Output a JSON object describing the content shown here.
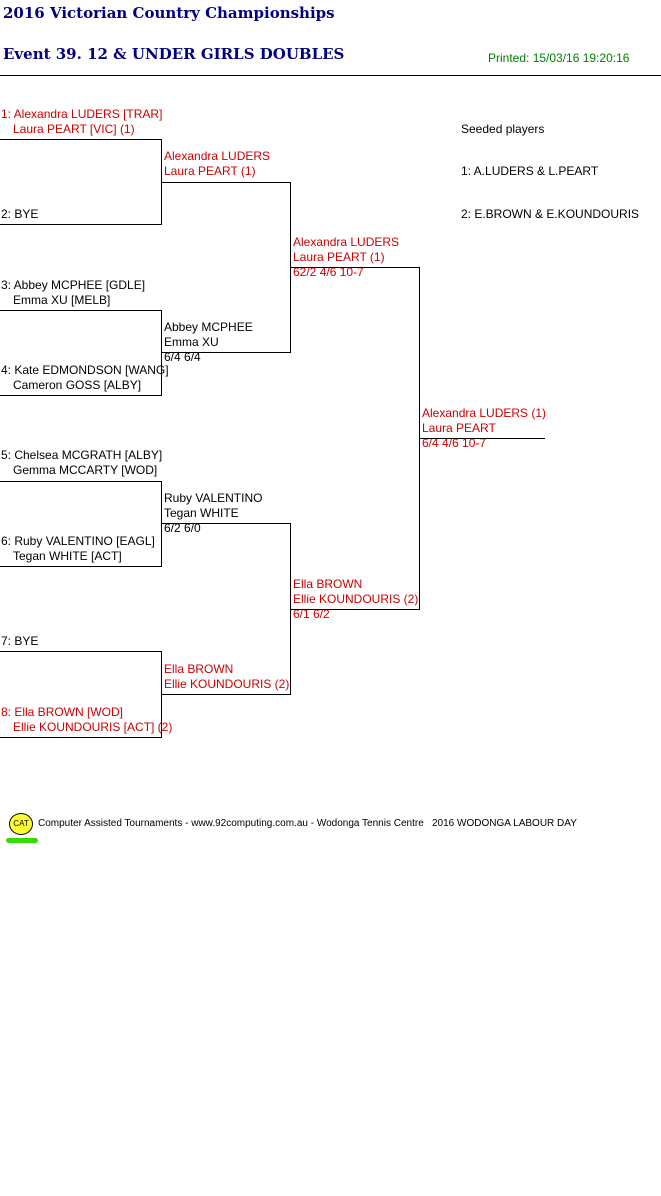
{
  "header": {
    "tournament": "2016 Victorian Country Championships",
    "event": "Event 39. 12 & UNDER GIRLS DOUBLES",
    "printed": "Printed: 15/03/16 19:20:16"
  },
  "seeds": {
    "title": "Seeded players",
    "list": [
      "1: A.LUDERS & L.PEART",
      "2: E.BROWN & E.KOUNDOURIS"
    ]
  },
  "round1": [
    {
      "line1": "1: Alexandra LUDERS [TRAR]",
      "line2": "Laura PEART [VIC] (1)"
    },
    {
      "line1": "2: BYE",
      "line2": ""
    },
    {
      "line1": "3: Abbey MCPHEE [GDLE]",
      "line2": "Emma XU [MELB]"
    },
    {
      "line1": "4: Kate EDMONDSON [WANG]",
      "line2": "Cameron GOSS [ALBY]"
    },
    {
      "line1": "5: Chelsea MCGRATH [ALBY]",
      "line2": "Gemma MCCARTY [WOD]"
    },
    {
      "line1": "6: Ruby VALENTINO [EAGL]",
      "line2": "Tegan WHITE [ACT]"
    },
    {
      "line1": "7: BYE",
      "line2": ""
    },
    {
      "line1": "8: Ella BROWN [WOD]",
      "line2": "Ellie KOUNDOURIS [ACT] (2)"
    }
  ],
  "round2": [
    {
      "line1": "Alexandra LUDERS",
      "line2": "Laura PEART (1)",
      "score": ""
    },
    {
      "line1": "Abbey MCPHEE",
      "line2": "Emma XU",
      "score": "6/4 6/4"
    },
    {
      "line1": "Ruby VALENTINO",
      "line2": "Tegan WHITE",
      "score": "6/2 6/0"
    },
    {
      "line1": "Ella BROWN",
      "line2": "Ellie KOUNDOURIS (2)",
      "score": ""
    }
  ],
  "round3": [
    {
      "line1": "Alexandra LUDERS",
      "line2": "Laura PEART (1)",
      "score": "62/2 4/6 10-7"
    },
    {
      "line1": "Ella BROWN",
      "line2": "Ellie KOUNDOURIS (2)",
      "score": "6/1 6/2"
    }
  ],
  "final": {
    "line1": "Alexandra LUDERS (1)",
    "line2": "Laura PEART",
    "score": "6/4 4/6 10-7"
  },
  "footer": {
    "logo": "CAT",
    "credit": "Computer Assisted Tournaments - www.92computing.com.au -  Wodonga Tennis Centre",
    "event": "2016 WODONGA LABOUR DAY"
  },
  "colors": {
    "title": "#000080",
    "seed_highlight": "#cc0000",
    "printed": "#008000"
  }
}
